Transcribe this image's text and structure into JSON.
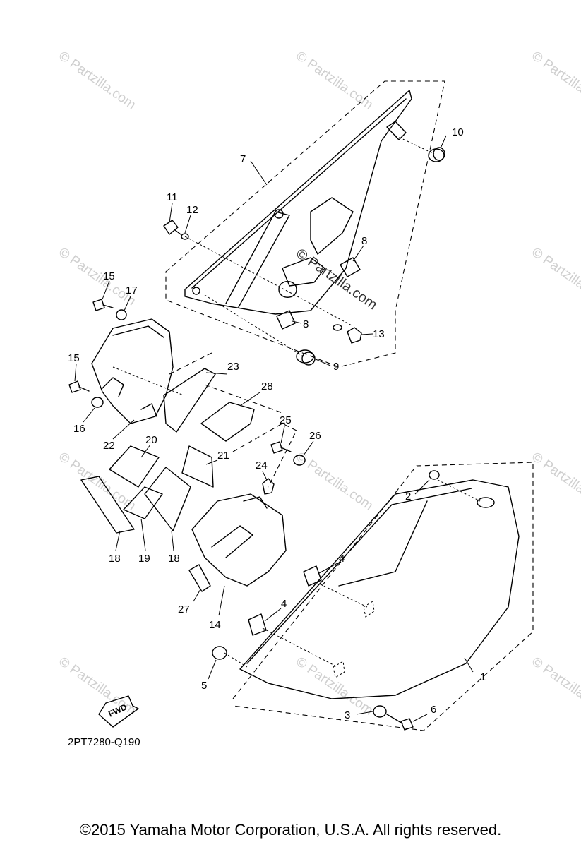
{
  "diagram": {
    "diagram_code": "2PT7280-Q190",
    "fwd_label": "FWD",
    "watermark": "© Partzilla.com",
    "watermark_main": "© Partzilla.com",
    "callouts": {
      "c1": "1",
      "c2": "2",
      "c3": "3",
      "c4a": "4",
      "c4b": "4",
      "c5": "5",
      "c6": "6",
      "c7": "7",
      "c8a": "8",
      "c8b": "8",
      "c9": "9",
      "c10": "10",
      "c11": "11",
      "c12": "12",
      "c13": "13",
      "c14": "14",
      "c15a": "15",
      "c15b": "15",
      "c16": "16",
      "c17": "17",
      "c18a": "18",
      "c18b": "18",
      "c19": "19",
      "c20": "20",
      "c21": "21",
      "c22": "22",
      "c23": "23",
      "c24": "24",
      "c25": "25",
      "c26": "26",
      "c27": "27",
      "c28": "28"
    }
  },
  "footer": {
    "copyright": "©2015 Yamaha Motor Corporation, U.S.A. All rights reserved."
  }
}
